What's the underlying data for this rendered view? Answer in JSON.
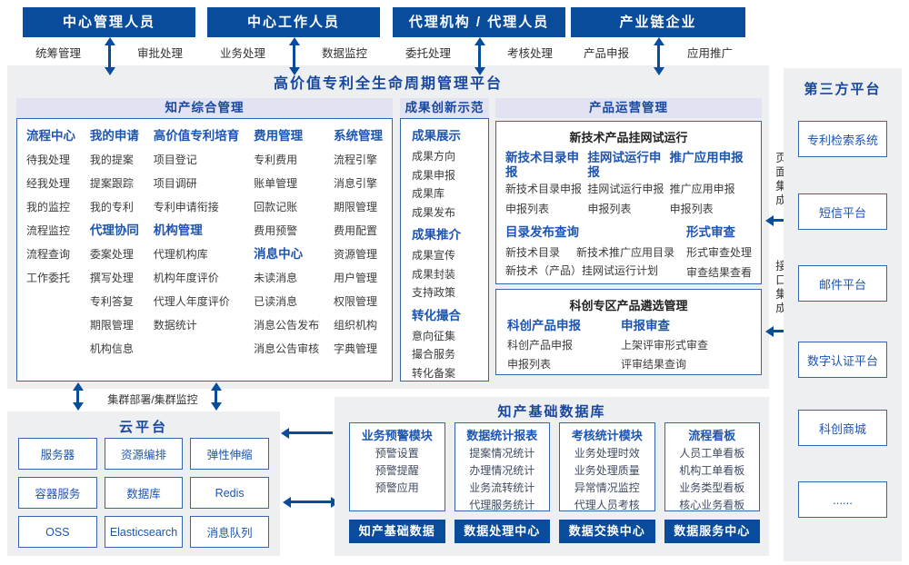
{
  "colors": {
    "primary_blue": "#0a4c9c",
    "accent_blue": "#1d55b0",
    "title_blue": "#17479e",
    "panel_gray": "#eeeff1",
    "strip_lavender": "#e1e2f2",
    "box_border": "#3565ae"
  },
  "platform": {
    "title": "高价值专利全生命周期管理平台"
  },
  "actors": [
    {
      "name": "中心管理人员",
      "roles": [
        "统筹管理",
        "审批处理"
      ]
    },
    {
      "name": "中心工作人员",
      "roles": [
        "业务处理",
        "数据监控"
      ]
    },
    {
      "name": "代理机构 / 代理人员",
      "roles": [
        "委托处理",
        "考核处理"
      ]
    },
    {
      "name": "产业链企业",
      "roles": [
        "产品申报",
        "应用推广"
      ]
    }
  ],
  "integration": {
    "page_label": "页面集成",
    "api_label": "接口集成"
  },
  "ip_management": {
    "title": "知产综合管理",
    "columns": [
      [
        {
          "title": "流程中心",
          "items": [
            "待我处理",
            "经我处理",
            "我的监控",
            "流程监控",
            "流程查询",
            "工作委托"
          ]
        }
      ],
      [
        {
          "title": "我的申请",
          "items": [
            "我的提案",
            "提案跟踪",
            "我的专利"
          ]
        },
        {
          "title": "代理协同",
          "items": [
            "委案处理",
            "撰写处理",
            "专利答复",
            "期限管理",
            "机构信息"
          ]
        }
      ],
      [
        {
          "title": "高价值专利培育",
          "items": [
            "项目登记",
            "项目调研",
            "专利申请衔接"
          ]
        },
        {
          "title": "机构管理",
          "items": [
            "代理机构库",
            "机构年度评价",
            "代理人年度评价",
            "数据统计"
          ]
        }
      ],
      [
        {
          "title": "费用管理",
          "items": [
            "专利费用",
            "账单管理",
            "回款记账",
            "费用预警"
          ]
        },
        {
          "title": "消息中心",
          "items": [
            "未读消息",
            "已读消息",
            "消息公告发布",
            "消息公告审核"
          ]
        }
      ],
      [
        {
          "title": "系统管理",
          "items": [
            "流程引擎",
            "消息引擎",
            "期限管理",
            "费用配置",
            "资源管理",
            "用户管理",
            "权限管理",
            "组织机构",
            "字典管理"
          ]
        }
      ]
    ]
  },
  "achievement": {
    "title": "成果创新示范",
    "groups": [
      {
        "title": "成果展示",
        "items": [
          "成果方向",
          "成果申报",
          "成果库",
          "成果发布"
        ]
      },
      {
        "title": "成果推介",
        "items": [
          "成果宣传",
          "成果封装",
          "支持政策"
        ]
      },
      {
        "title": "转化撮合",
        "items": [
          "意向征集",
          "撮合服务",
          "转化备案"
        ]
      }
    ]
  },
  "product_ops": {
    "title": "产品运营管理",
    "box1": {
      "title": "新技术产品挂网试运行",
      "groups_top": [
        {
          "title": "新技术目录申报",
          "items": [
            "新技术目录申报",
            "申报列表"
          ]
        },
        {
          "title": "挂网试运行申报",
          "items": [
            "挂网试运行申报",
            "申报列表"
          ]
        },
        {
          "title": "推广应用申报",
          "items": [
            "推广应用申报",
            "申报列表"
          ]
        }
      ],
      "groups_bottom": [
        {
          "title": "目录发布查询",
          "rows": [
            [
              "新技术目录",
              "新技术推广应用目录"
            ],
            [
              "新技术（产品）挂网试运行计划"
            ]
          ]
        },
        {
          "title": "形式审查",
          "items": [
            "形式审查处理",
            "审查结果查看"
          ]
        }
      ]
    },
    "box2": {
      "title": "科创专区产品遴选管理",
      "groups": [
        {
          "title": "科创产品申报",
          "items": [
            "科创产品申报",
            "申报列表"
          ]
        },
        {
          "title": "申报审查",
          "items": [
            "上架评审形式审查",
            "评审结果查询"
          ]
        }
      ]
    }
  },
  "third_party": {
    "title": "第三方平台",
    "items": [
      "专利检索系统",
      "短信平台",
      "邮件平台",
      "数字认证平台",
      "科创商城",
      "......"
    ]
  },
  "cloud": {
    "title": "云平台",
    "cluster_label": "集群部署/集群监控",
    "items": [
      "服务器",
      "资源编排",
      "弹性伸缩",
      "容器服务",
      "数据库",
      "Redis",
      "OSS",
      "Elasticsearch",
      "消息队列"
    ]
  },
  "database": {
    "title": "知产基础数据库",
    "modules": [
      {
        "title": "业务预警模块",
        "items": [
          "预警设置",
          "预警提醒",
          "预警应用"
        ],
        "center": "知产基础数据"
      },
      {
        "title": "数据统计报表",
        "items": [
          "提案情况统计",
          "办理情况统计",
          "业务流转统计",
          "代理服务统计"
        ],
        "center": "数据处理中心"
      },
      {
        "title": "考核统计模块",
        "items": [
          "业务处理时效",
          "业务处理质量",
          "异常情况监控",
          "代理人员考核"
        ],
        "center": "数据交换中心"
      },
      {
        "title": "流程看板",
        "items": [
          "人员工单看板",
          "机构工单看板",
          "业务类型看板",
          "核心业务看板"
        ],
        "center": "数据服务中心"
      }
    ]
  }
}
